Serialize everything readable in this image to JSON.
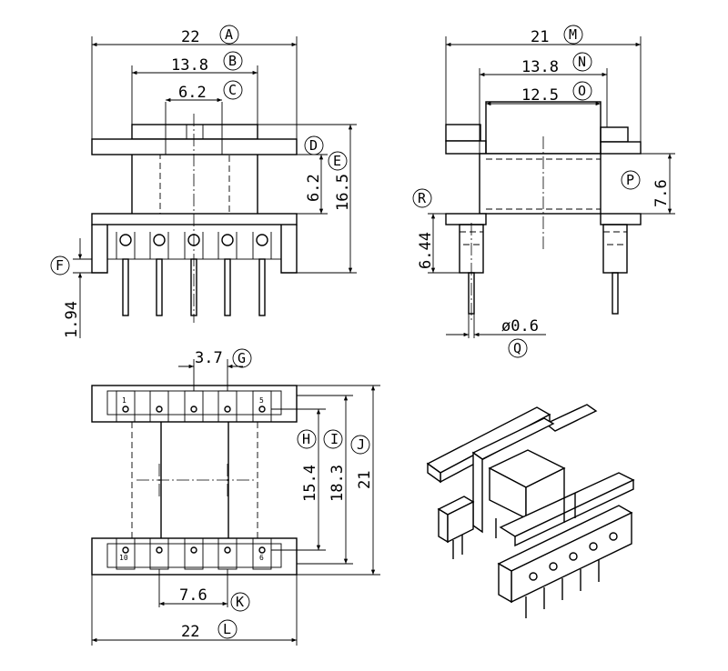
{
  "front_view": {
    "dims": {
      "A": "22",
      "B": "13.8",
      "C": "6.2",
      "D_E_inner": "6.2",
      "E": "16.5",
      "F": "1.94"
    },
    "letters": {
      "A": "A",
      "B": "B",
      "C": "C",
      "D": "D",
      "E": "E",
      "F": "F"
    }
  },
  "side_view": {
    "dims": {
      "M": "21",
      "N": "13.8",
      "O": "12.5",
      "P": "7.6",
      "R": "6.44",
      "Q": "ø0.6"
    },
    "letters": {
      "M": "M",
      "N": "N",
      "O": "O",
      "P": "P",
      "R": "R",
      "Q": "Q"
    }
  },
  "bottom_view": {
    "dims": {
      "G": "3.7",
      "H": "15.4",
      "I": "18.3",
      "J": "21",
      "K": "7.6",
      "L": "22"
    },
    "letters": {
      "G": "G",
      "H": "H",
      "I": "I",
      "J": "J",
      "K": "K",
      "L": "L"
    },
    "pin_numbers": {
      "p1": "1",
      "p5": "5",
      "p10": "10",
      "p6": "6"
    }
  }
}
